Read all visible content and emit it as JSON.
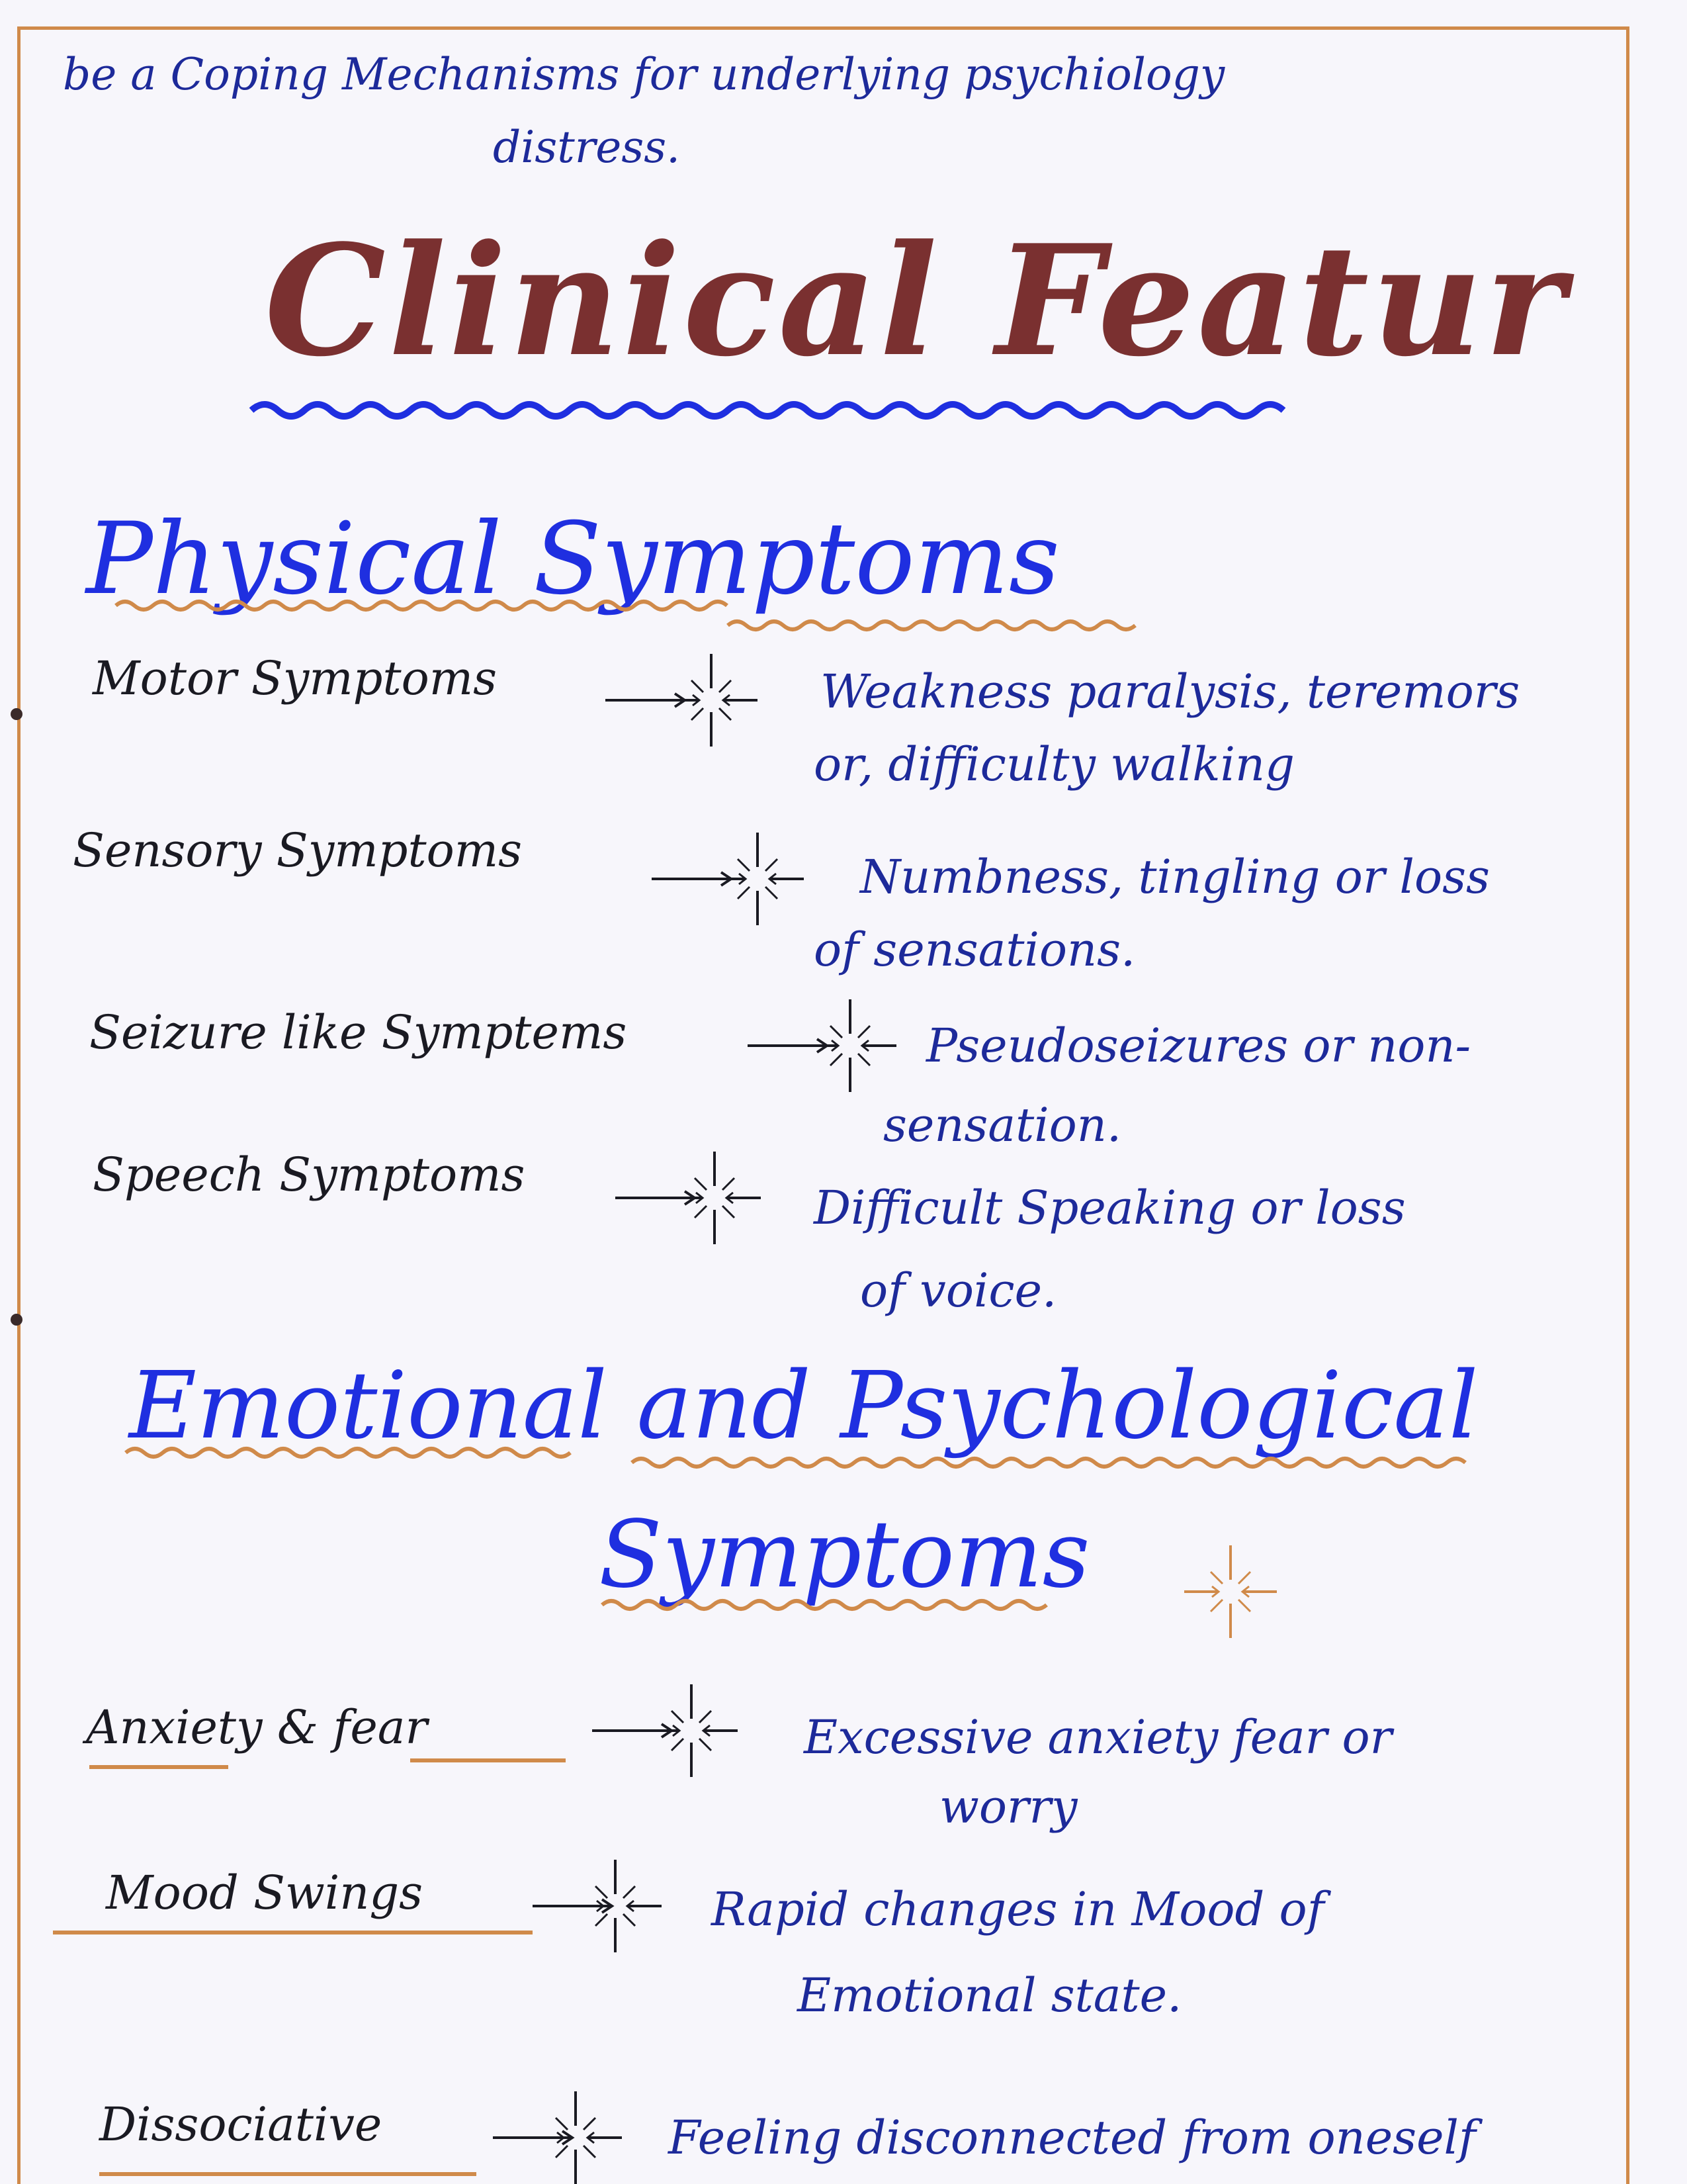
{
  "intro": {
    "line1": "be a Coping Mechanisms for underlying psychiology",
    "line2": "distress."
  },
  "title": "Clinical Featur",
  "sections": [
    {
      "heading": "Physical Symptoms",
      "items": [
        {
          "term": "Motor Symptoms",
          "desc": [
            "Weakness paralysis, teremors",
            "or, difficulty walking"
          ]
        },
        {
          "term": "Sensory Symptoms",
          "desc": [
            "Numbness, tingling or loss",
            "of sensations."
          ]
        },
        {
          "term": "Seizure like Symptems",
          "desc": [
            "Pseudoseizures or non-",
            "sensation."
          ]
        },
        {
          "term": "Speech Symptoms",
          "desc": [
            "Difficult Speaking or loss",
            "of voice."
          ]
        }
      ]
    },
    {
      "heading_line1": "Emotional and Psychological",
      "heading_line2": "Symptoms",
      "items": [
        {
          "term": "Anxiety & fear",
          "desc": [
            "Excessive anxiety fear or",
            "worry"
          ]
        },
        {
          "term": "Mood Swings",
          "desc": [
            "Rapid changes in Mood of",
            "Emotional state."
          ]
        },
        {
          "term": "Dissociative",
          "desc": [
            "Feeling disconnected from oneself"
          ]
        }
      ]
    }
  ],
  "colors": {
    "blue_ink": "#1d2a9a",
    "bright_blue": "#1f2fe0",
    "maroon": "#7a3030",
    "orange_underline": "#d08a4a",
    "margin": "#d08a4a"
  }
}
